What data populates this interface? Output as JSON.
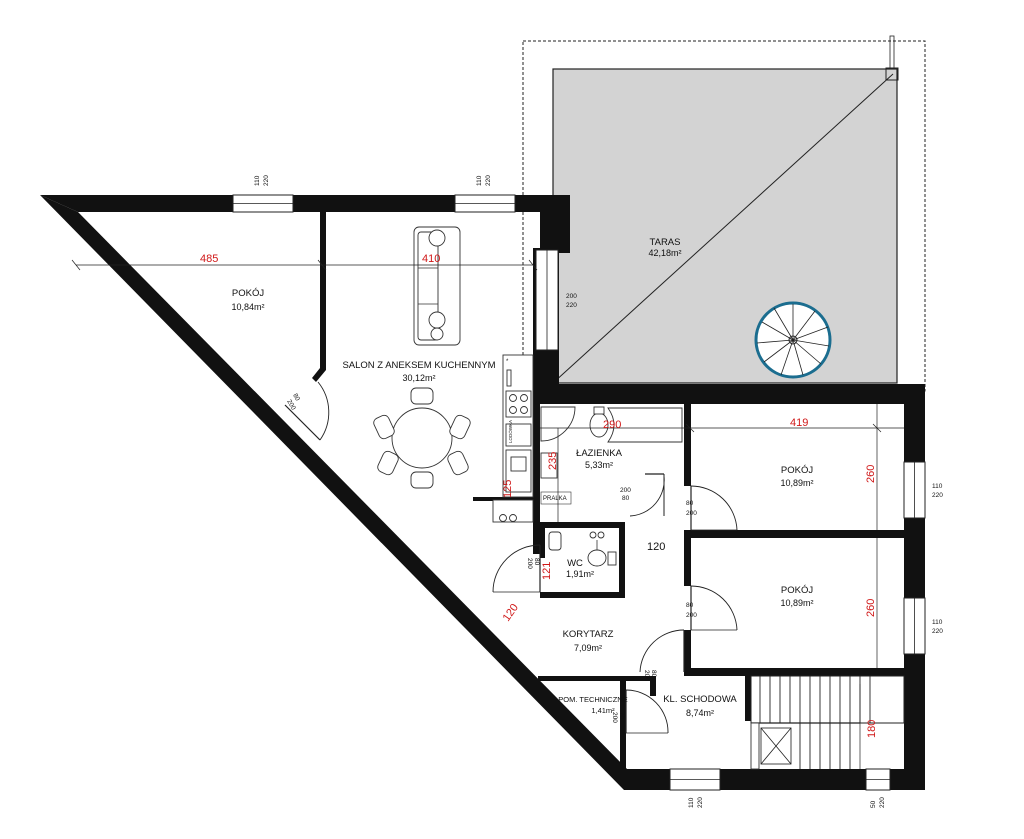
{
  "rooms": {
    "pokoj_west": {
      "name": "POKÓJ",
      "area": "10,84m²"
    },
    "salon": {
      "name": "SALON Z ANEKSEM KUCHENNYM",
      "area": "30,12m²"
    },
    "taras": {
      "name": "TARAS",
      "area": "42,18m²"
    },
    "lazienka": {
      "name": "ŁAZIENKA",
      "area": "5,33m²"
    },
    "pokoj_ne": {
      "name": "POKÓJ",
      "area": "10,89m²"
    },
    "pokoj_e": {
      "name": "POKÓJ",
      "area": "10,89m²"
    },
    "wc": {
      "name": "WC",
      "area": "1,91m²"
    },
    "korytarz": {
      "name": "KORYTARZ",
      "area": "7,09m²"
    },
    "pom_tech": {
      "name": "POM. TECHNICZNE",
      "area": "1,41m²"
    },
    "kl_schodowa": {
      "name": "KL. SCHODOWA",
      "area": "8,74m²"
    }
  },
  "dimensions": {
    "d485": "485",
    "d410": "410",
    "d290": "290",
    "d419": "419",
    "d235": "235",
    "d260a": "260",
    "d260b": "260",
    "d120a": "120",
    "d120b": "120",
    "d121": "121",
    "d180": "180",
    "d125": "125"
  },
  "windows": {
    "w1": [
      "110",
      "220"
    ],
    "w2": [
      "110",
      "220"
    ],
    "w3": [
      "200",
      "220"
    ],
    "w4": [
      "110",
      "220"
    ],
    "w5": [
      "110",
      "220"
    ],
    "w6": [
      "110",
      "220"
    ],
    "w7": [
      "50",
      "220"
    ]
  },
  "doors": {
    "d_west": [
      "80",
      "200"
    ],
    "d_laz": [
      "200",
      "80"
    ],
    "d_ne": [
      "80",
      "200"
    ],
    "d_wc": [
      "80",
      "200"
    ],
    "d_e": [
      "80",
      "200"
    ],
    "d_kor": [
      "80",
      "200"
    ],
    "d_tech": [
      "70",
      "200"
    ]
  },
  "fixtures": {
    "pralka": "PRALKA",
    "lodowka": "LODÓWKA",
    "star": "*"
  }
}
